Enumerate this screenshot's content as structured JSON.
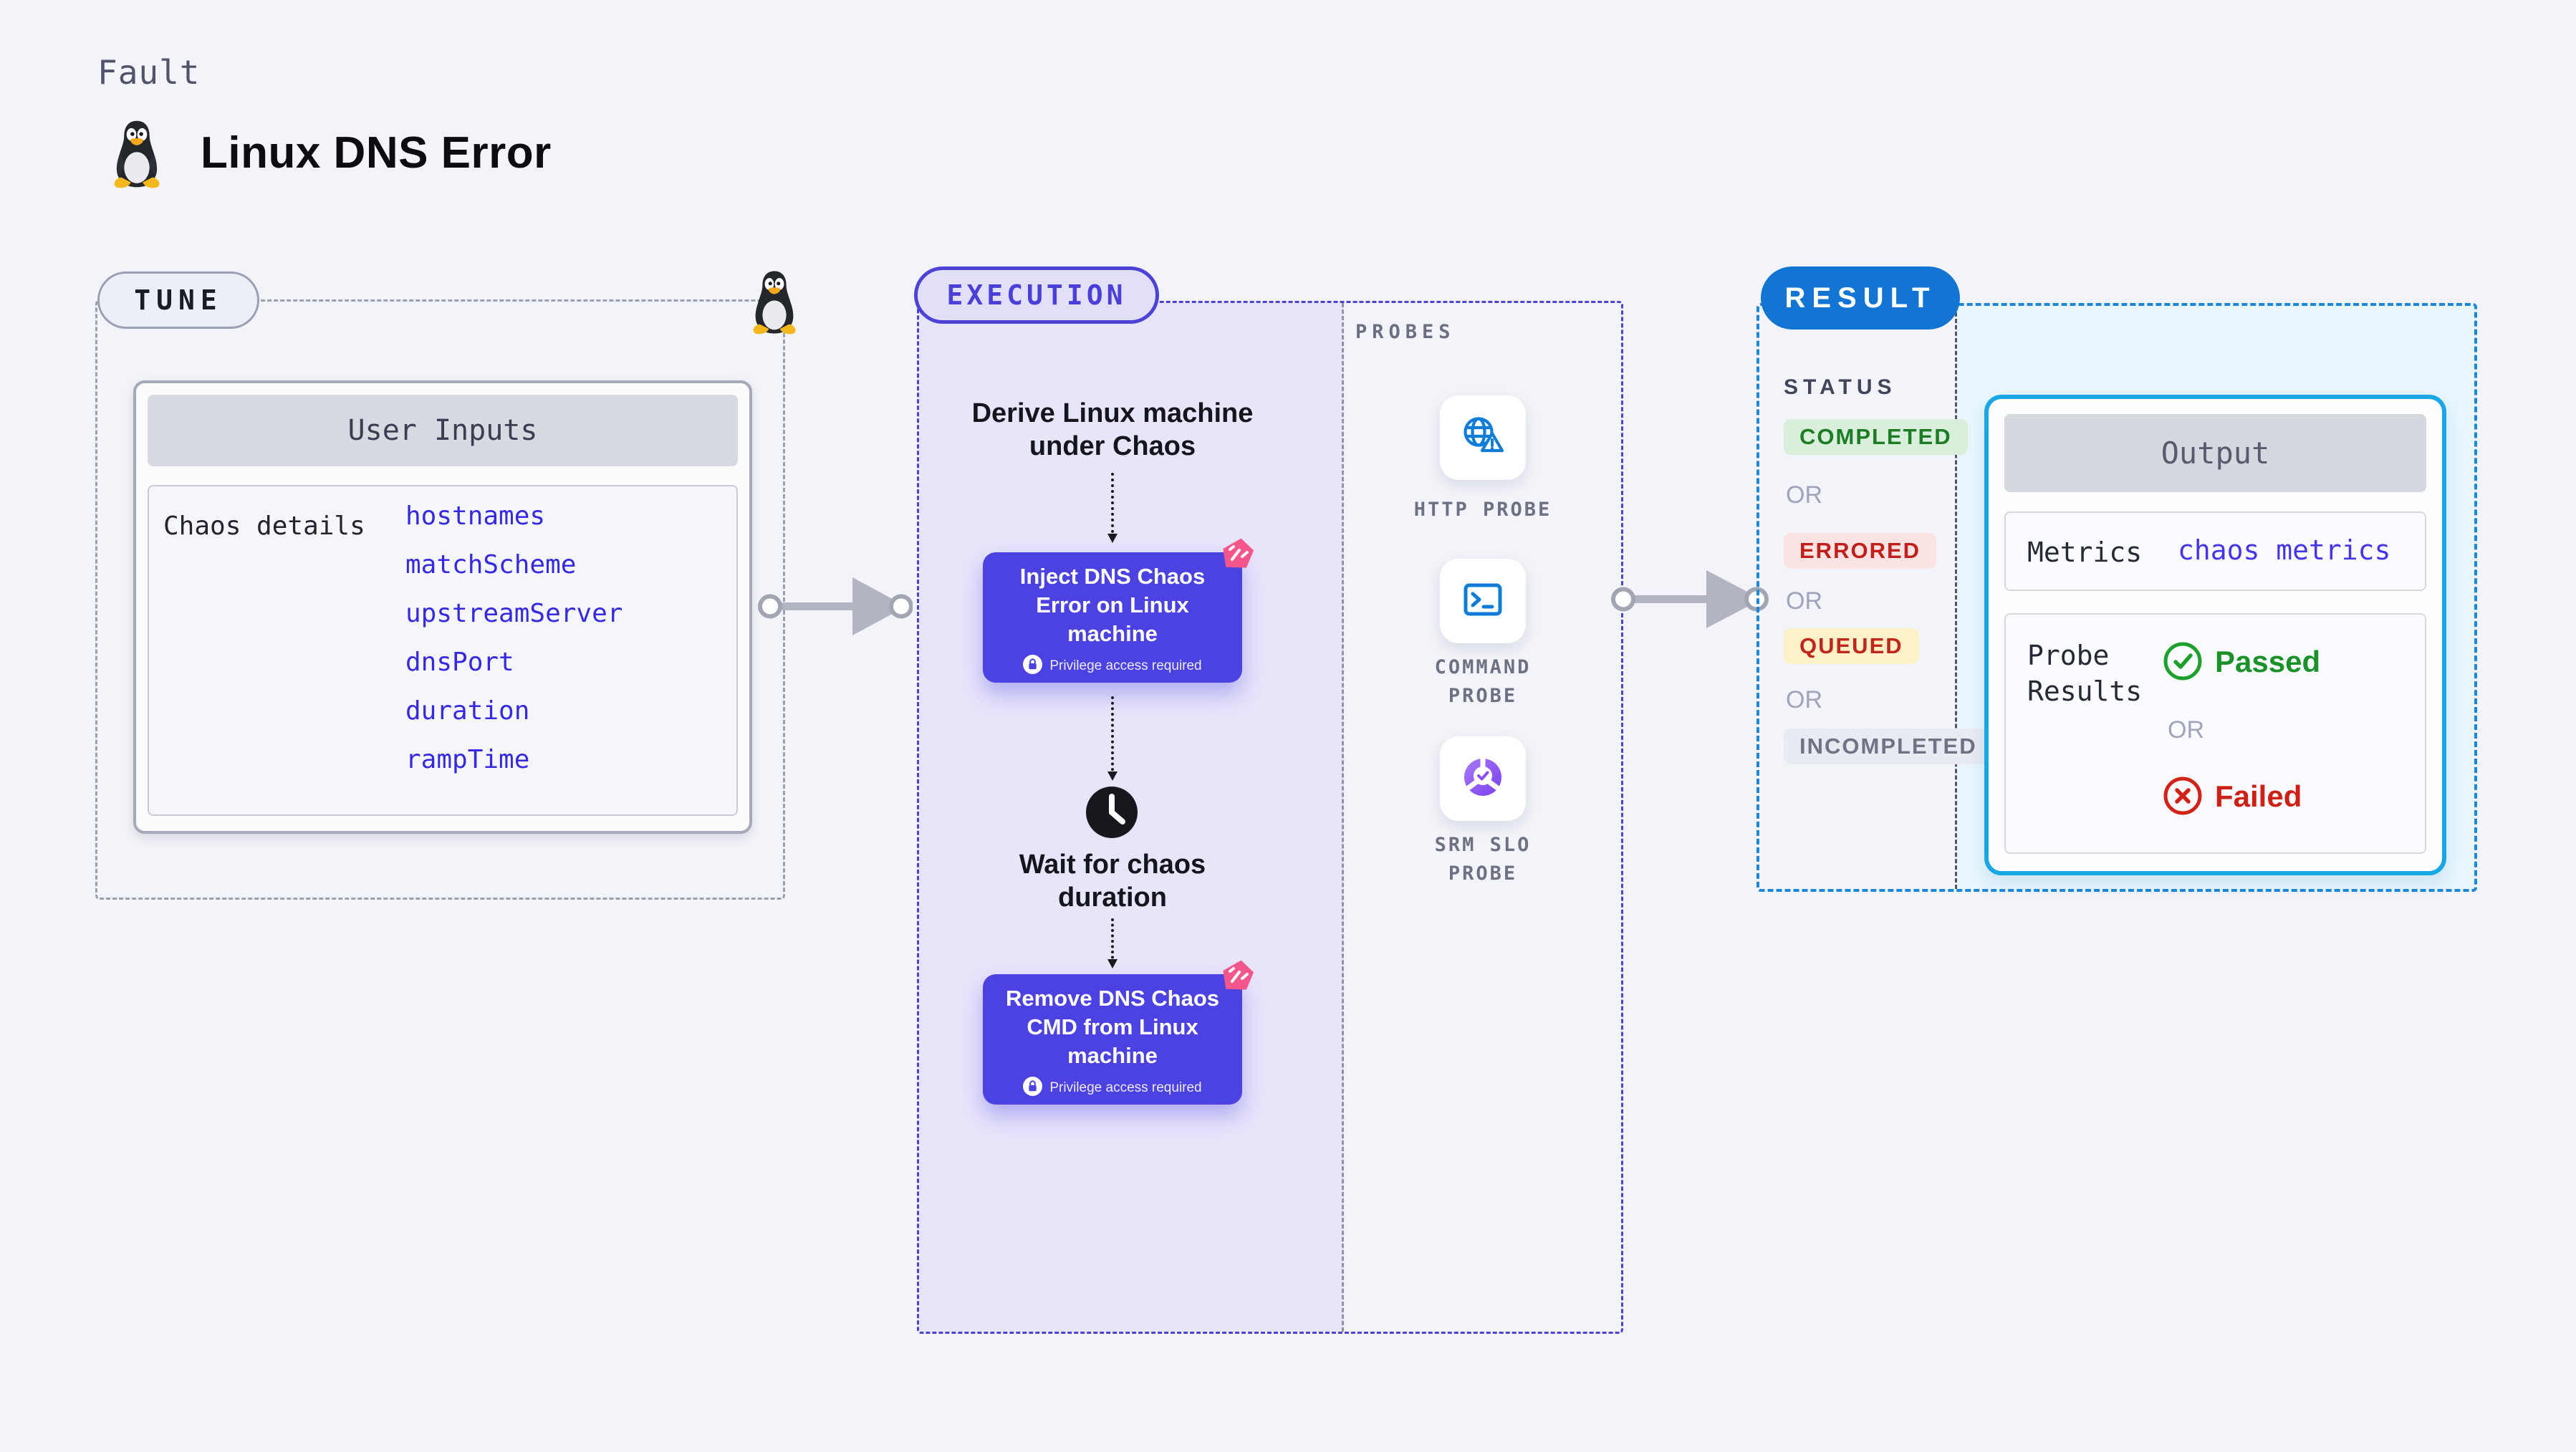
{
  "header": {
    "kicker": "Fault",
    "title": "Linux DNS Error"
  },
  "tune": {
    "badge": "TUNE",
    "card_title": "User Inputs",
    "row_label": "Chaos details",
    "inputs": [
      "hostnames",
      "matchScheme",
      "upstreamServer",
      "dnsPort",
      "duration",
      "rampTime"
    ]
  },
  "execution": {
    "badge": "EXECUTION",
    "probes_heading": "PROBES",
    "steps": {
      "derive": {
        "lines": [
          "Derive Linux machine",
          "under Chaos"
        ]
      },
      "inject": {
        "lines": [
          "Inject DNS Chaos",
          "Error on Linux",
          "machine"
        ],
        "note": "Privilege access required"
      },
      "wait": {
        "lines": [
          "Wait for chaos",
          "duration"
        ]
      },
      "remove": {
        "lines": [
          "Remove DNS Chaos",
          "CMD from Linux",
          "machine"
        ],
        "note": "Privilege access required"
      }
    },
    "probes": [
      {
        "lines": [
          "HTTP PROBE",
          ""
        ]
      },
      {
        "lines": [
          "COMMAND",
          "PROBE"
        ]
      },
      {
        "lines": [
          "SRM SLO",
          "PROBE"
        ]
      }
    ]
  },
  "result": {
    "badge": "RESULT",
    "status_heading": "STATUS",
    "or_label": "OR",
    "statuses": [
      {
        "label": "COMPLETED",
        "bg": "#daefdb",
        "color": "#1d7d26"
      },
      {
        "label": "ERRORED",
        "bg": "#fbe3e3",
        "color": "#c01f1b"
      },
      {
        "label": "QUEUED",
        "bg": "#fdf2c7",
        "color": "#bf271e"
      },
      {
        "label": "INCOMPLETED",
        "bg": "#e9ebf2",
        "color": "#6e7386"
      }
    ],
    "output": {
      "title": "Output",
      "metrics_label": "Metrics",
      "metrics_value": "chaos metrics",
      "probe_results_lines": [
        "Probe",
        "Results"
      ],
      "passed": "Passed",
      "or_label": "OR",
      "failed": "Failed"
    }
  },
  "colors": {
    "background": "#f3f4f9",
    "indigo_accent": "#4b42e1",
    "lavender_fill": "#e7e5fa",
    "link_blue": "#3629df",
    "result_blue": "#1274d3",
    "output_border": "#19a6e4",
    "cyan_fill": "#e9f6fd",
    "probe_icon_blue": "#0f7cd8",
    "pink_accent": "#f4568c",
    "passed_green": "#1fa02e",
    "failed_red": "#d2231a",
    "arrow_gray": "#b2b4c1"
  }
}
